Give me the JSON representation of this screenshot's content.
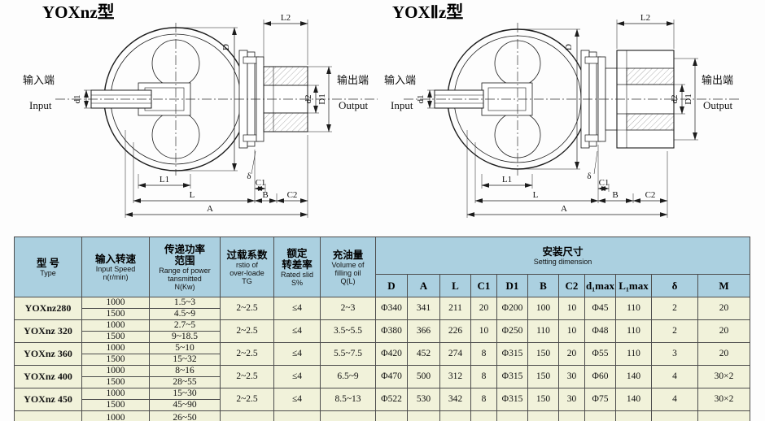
{
  "diagrams": [
    {
      "title": "YOXnz型",
      "labels": {
        "input_cn": "输入端",
        "input_en": "Input",
        "output_cn": "输出端",
        "output_en": "Output",
        "L2": "L2",
        "D": "D",
        "d1": "d1",
        "d2": "d2",
        "D1": "D1",
        "L1": "L1",
        "L": "L",
        "A": "A",
        "delta": "δ",
        "C1": "C1",
        "B": "B",
        "C2": "C2"
      }
    },
    {
      "title": "YOXⅡz型",
      "labels": {
        "input_cn": "输入端",
        "input_en": "Input",
        "output_cn": "输出端",
        "output_en": "Output",
        "L2": "L2",
        "D": "D",
        "d1": "d1",
        "d2": "d2",
        "D1": "D1",
        "L1": "L1",
        "L": "L",
        "A": "A",
        "delta": "δ",
        "C1": "C1",
        "B": "B",
        "C2": "C2"
      }
    }
  ],
  "table": {
    "colors": {
      "header_bg": "#abd0e0",
      "body_bg": "#f1f2da",
      "border": "#4d4d4d"
    },
    "header": {
      "type": {
        "cn": [
          "型  号"
        ],
        "en": [
          "Type"
        ]
      },
      "speed": {
        "cn": [
          "输入转速"
        ],
        "en": [
          "Input Speed",
          "n(r/min)"
        ]
      },
      "power": {
        "cn": [
          "传递功率",
          "范围"
        ],
        "en": [
          "Range of power",
          "tansmitted",
          "N(Kw)"
        ]
      },
      "overload": {
        "cn": [
          "过载系数"
        ],
        "en": [
          "rstio of",
          "over-loade",
          "TG"
        ]
      },
      "slip": {
        "cn": [
          "额定",
          "转差率"
        ],
        "en": [
          "Rated slid",
          "S%"
        ]
      },
      "oil": {
        "cn": [
          "充油量"
        ],
        "en": [
          "Volume of",
          "filling oil",
          "Q(L)"
        ]
      },
      "setting": {
        "cn": "安装尺寸",
        "en": "Setting dimension"
      },
      "dims": [
        "D",
        "A",
        "L",
        "C1",
        "D1",
        "B",
        "C2",
        "d₁max",
        "L₁max",
        "δ",
        "M"
      ]
    },
    "rows": [
      {
        "model": "YOXnz280",
        "speeds": [
          "1000",
          "1500"
        ],
        "power": [
          "1.5~3",
          "4.5~9"
        ],
        "overload": "2~2.5",
        "slip": "≤4",
        "oil": "2~3",
        "dims": [
          "Φ340",
          "341",
          "211",
          "20",
          "Φ200",
          "100",
          "10",
          "Φ45",
          "110",
          "2",
          "20"
        ]
      },
      {
        "model": "YOXnz 320",
        "speeds": [
          "1000",
          "1500"
        ],
        "power": [
          "2.7~5",
          "9~18.5"
        ],
        "overload": "2~2.5",
        "slip": "≤4",
        "oil": "3.5~5.5",
        "dims": [
          "Φ380",
          "366",
          "226",
          "10",
          "Φ250",
          "110",
          "10",
          "Φ48",
          "110",
          "2",
          "20"
        ]
      },
      {
        "model": "YOXnz 360",
        "speeds": [
          "1000",
          "1500"
        ],
        "power": [
          "5~10",
          "15~32"
        ],
        "overload": "2~2.5",
        "slip": "≤4",
        "oil": "5.5~7.5",
        "dims": [
          "Φ420",
          "452",
          "274",
          "8",
          "Φ315",
          "150",
          "20",
          "Φ55",
          "110",
          "3",
          "20"
        ]
      },
      {
        "model": "YOXnz 400",
        "speeds": [
          "1000",
          "1500"
        ],
        "power": [
          "8~16",
          "28~55"
        ],
        "overload": "2~2.5",
        "slip": "≤4",
        "oil": "6.5~9",
        "dims": [
          "Φ470",
          "500",
          "312",
          "8",
          "Φ315",
          "150",
          "30",
          "Φ60",
          "140",
          "4",
          "30×2"
        ]
      },
      {
        "model": "YOXnz 450",
        "speeds": [
          "1000",
          "1500"
        ],
        "power": [
          "15~30",
          "45~90"
        ],
        "overload": "2~2.5",
        "slip": "≤4",
        "oil": "8.5~13",
        "dims": [
          "Φ522",
          "530",
          "342",
          "8",
          "Φ315",
          "150",
          "30",
          "Φ75",
          "140",
          "4",
          "30×2"
        ]
      }
    ],
    "partial": {
      "speed": "1000",
      "power": "26~50"
    }
  }
}
